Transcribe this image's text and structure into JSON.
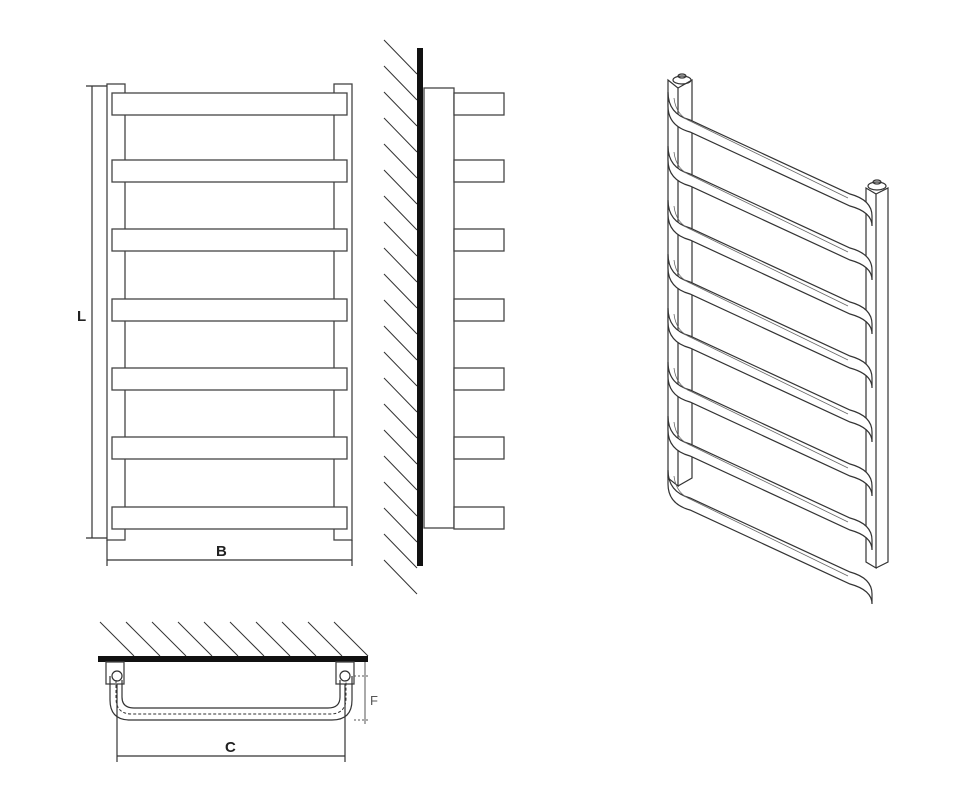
{
  "labels": {
    "length": "L",
    "width": "B",
    "center_distance": "C",
    "offset": "F"
  },
  "colors": {
    "line": "#333333",
    "wall": "#111111",
    "background": "#ffffff"
  }
}
